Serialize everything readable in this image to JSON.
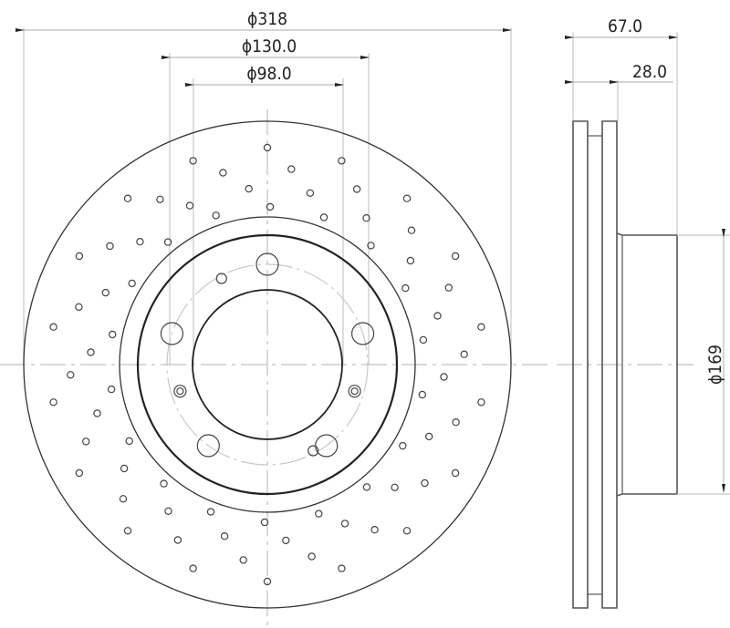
{
  "drawing": {
    "type": "brake-disc-technical-drawing",
    "front_view": {
      "dimensions": {
        "outer_diameter": "ϕ318",
        "pcd": "ϕ130.0",
        "center_bore": "ϕ98.0"
      },
      "bolt_holes": 5,
      "locating_holes": 2,
      "threaded_holes": 2,
      "drilled_cross_holes": true
    },
    "side_view": {
      "dimensions": {
        "overall_height": "67.0",
        "disc_thickness": "28.0",
        "hat_diameter": "ϕ169"
      }
    }
  }
}
